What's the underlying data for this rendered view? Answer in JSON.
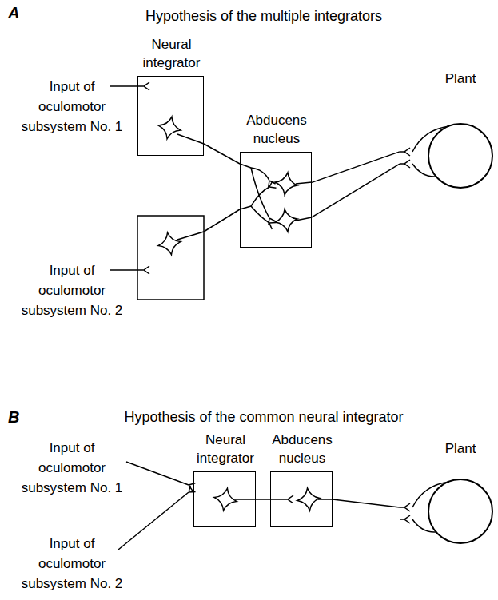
{
  "diagram": {
    "nodes": [
      {
        "text": [
          "Neural integrator"
        ]
      },
      {
        "text": [
          "Abducens nucleus"
        ]
      },
      {
        "text": [
          "Plant"
        ]
      },
      {
        "text": [
          "Neural integrator"
        ]
      },
      {
        "text": [
          "Abducens nucleus"
        ]
      },
      {
        "text": [
          "Plant"
        ]
      }
    ],
    "edges": [
      {
        "from": 0,
        "to": 1,
        "arrow": "none"
      },
      {
        "from": 1,
        "to": 2,
        "arrow": "none"
      },
      {
        "from": 1,
        "to": 2,
        "arrow": "none"
      },
      {
        "from": 3,
        "to": 4,
        "arrow": "none"
      },
      {
        "from": 4,
        "to": 5,
        "arrow": "none"
      }
    ],
    "labels": [
      "A",
      "Hypothesis of the multiple integrators",
      "Input of oculomotor subsystem No. 1",
      "Input of oculomotor subsystem No. 2",
      "B",
      "Hypothesis of the common neural integrator",
      "Input of oculomotor subsystem No. 1",
      "Input of oculomotor subsystem No. 2"
    ]
  }
}
